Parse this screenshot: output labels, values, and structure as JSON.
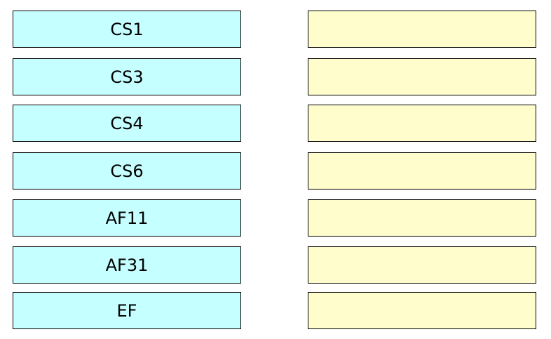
{
  "colors": {
    "source_box_bg": "#c5ffff",
    "target_box_bg": "#fffdcc",
    "border": "#000000"
  },
  "sources": [
    {
      "label": "CS1"
    },
    {
      "label": "CS3"
    },
    {
      "label": "CS4"
    },
    {
      "label": "CS6"
    },
    {
      "label": "AF11"
    },
    {
      "label": "AF31"
    },
    {
      "label": "EF"
    }
  ],
  "targets": [
    {
      "label": ""
    },
    {
      "label": ""
    },
    {
      "label": ""
    },
    {
      "label": ""
    },
    {
      "label": ""
    },
    {
      "label": ""
    },
    {
      "label": ""
    }
  ]
}
